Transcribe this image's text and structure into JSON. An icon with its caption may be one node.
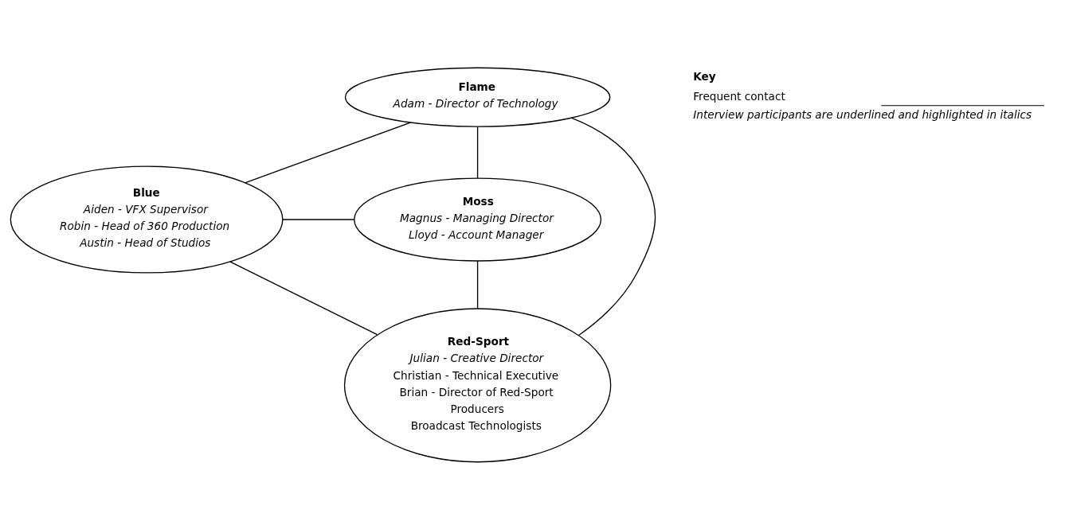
{
  "diagram": {
    "nodes": [
      {
        "text": [
          "Flame",
          "*Adam - Director of Technology*"
        ]
      },
      {
        "text": [
          "Blue",
          "*Aiden - VFX Supervisor*",
          "*Robin - Head of 360 Production*",
          "*Austin - Head of Studios*"
        ]
      },
      {
        "text": [
          "Moss",
          "*Magnus - Managing Director*",
          "*Lloyd - Account Manager*"
        ]
      },
      {
        "text": [
          "Red-Sport",
          "*Julian - Creative Director*",
          "Christian - Technical Executive",
          "Brian - Director of Red-Sport",
          "Producers",
          "Broadcast Technologists"
        ]
      }
    ],
    "edges": [
      {
        "from": 0,
        "to": 1,
        "arrow": "none"
      },
      {
        "from": 0,
        "to": 2,
        "arrow": "none"
      },
      {
        "from": 0,
        "to": 3,
        "arrow": "none"
      },
      {
        "from": 1,
        "to": 2,
        "arrow": "none"
      },
      {
        "from": 1,
        "to": 3,
        "arrow": "none"
      },
      {
        "from": 3,
        "to": 2,
        "arrow": "none"
      }
    ],
    "labels": [
      "Key",
      "*Interview participants are underlined and highlighted in italics*"
    ],
    "legend": [
      {
        "text": "Frequent contact"
      }
    ]
  }
}
